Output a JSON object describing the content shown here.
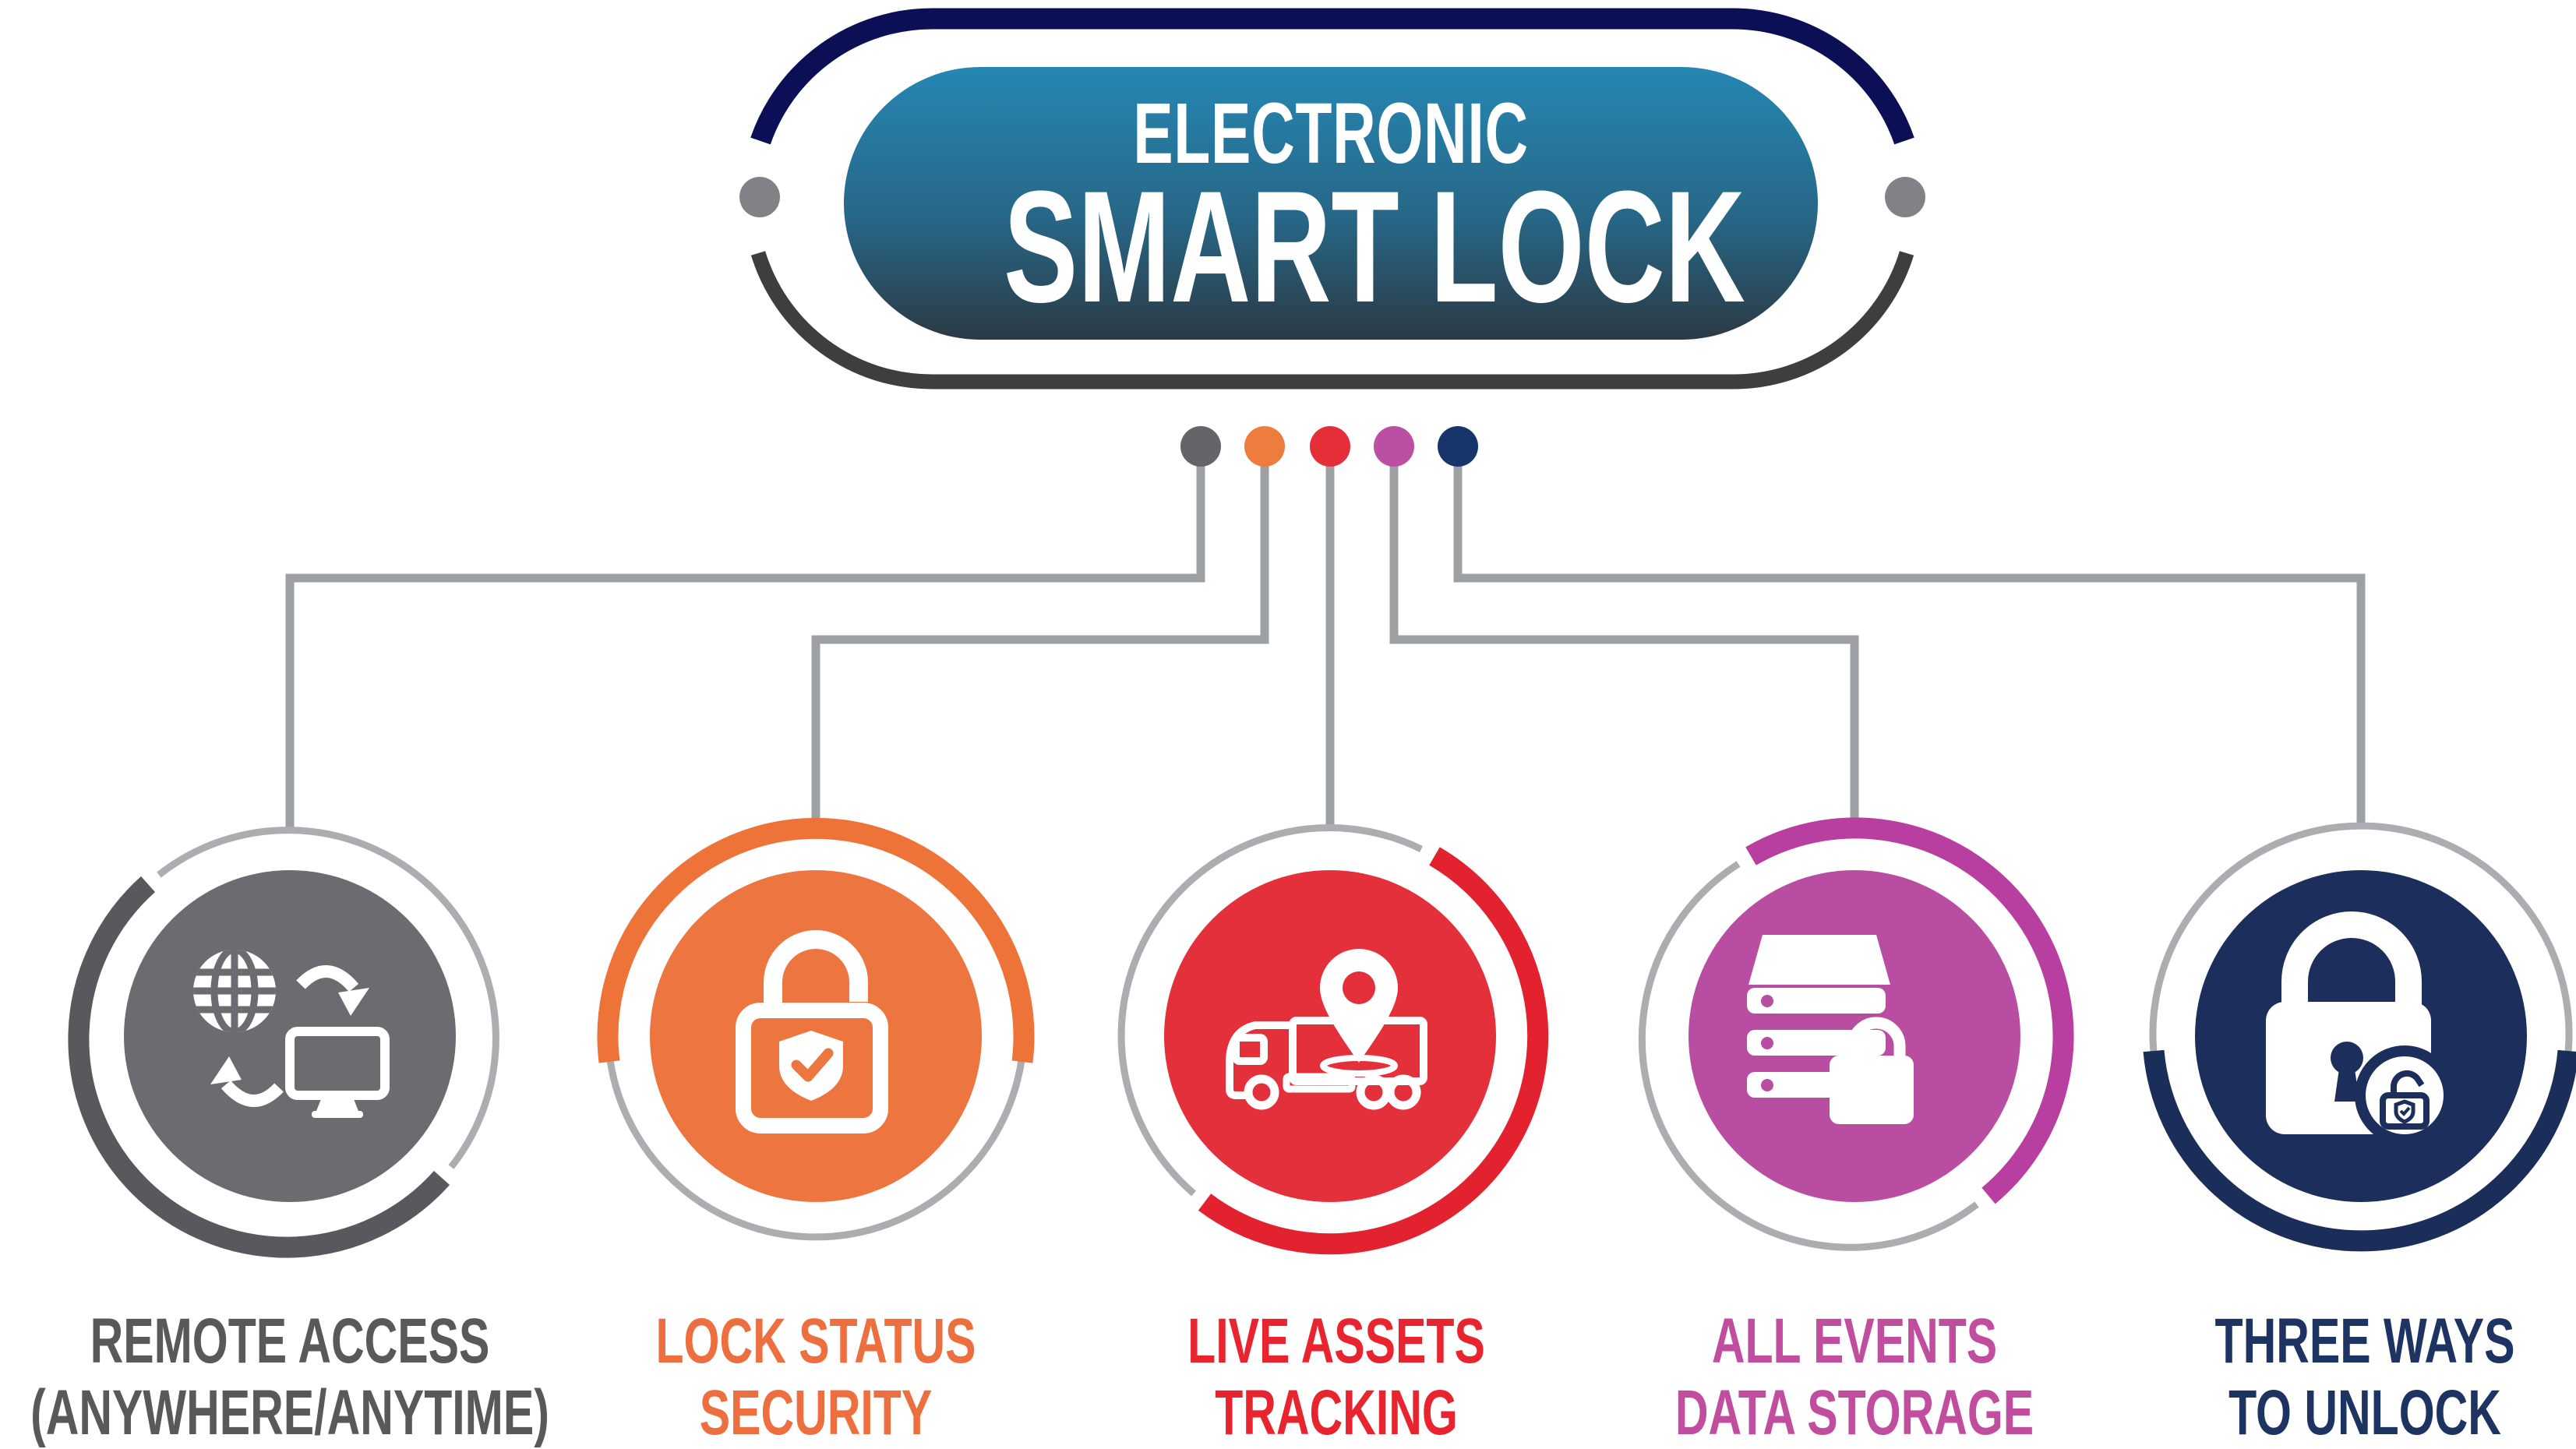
{
  "header": {
    "title_line1": "ELECTRONIC",
    "title_line2": "SMART LOCK",
    "badge_gradient_top": "#2587b3",
    "badge_gradient_mid": "#276787",
    "badge_gradient_bottom": "#2b3a45",
    "ring_top_color": "#0b0f55",
    "ring_bottom_color": "#3e3e40",
    "side_dot_color": "#808285",
    "text_color": "#ffffff"
  },
  "connectors": {
    "line_color": "#9da0a3",
    "thin_ring_color": "#abadb0"
  },
  "features": [
    {
      "id": "remote-access",
      "label_line1": "REMOTE ACCESS",
      "label_line2": "(ANYWHERE/ANYTIME)",
      "dot_color": "#636568",
      "disc_color": "#6b6c6f",
      "arc_color": "#58595c",
      "label_color": "#58595b",
      "icon": "globe-monitor-sync-icon"
    },
    {
      "id": "lock-status-security",
      "label_line1": "LOCK STATUS",
      "label_line2": "SECURITY",
      "dot_color": "#ee7c3f",
      "disc_color": "#ed7540",
      "arc_color": "#ee7339",
      "label_color": "#ed6f3f",
      "icon": "unlocked-padlock-shield-check-icon"
    },
    {
      "id": "live-assets-tracking",
      "label_line1": "LIVE ASSETS",
      "label_line2": "TRACKING",
      "dot_color": "#e62e38",
      "disc_color": "#e4303a",
      "arc_color": "#e2232f",
      "label_color": "#e8242f",
      "icon": "truck-location-pin-icon"
    },
    {
      "id": "all-events-data-storage",
      "label_line1": "ALL EVENTS",
      "label_line2": "DATA STORAGE",
      "dot_color": "#ba4fa3",
      "disc_color": "#b94da2",
      "arc_color": "#b83fa0",
      "label_color": "#c14d9f",
      "icon": "server-stack-padlock-icon"
    },
    {
      "id": "three-ways-to-unlock",
      "label_line1": "THREE WAYS",
      "label_line2": "TO UNLOCK",
      "dot_color": "#17356b",
      "disc_color": "#1b2e5c",
      "arc_color": "#1b2e5a",
      "label_color": "#1d3462",
      "icon": "locked-padlock-unlock-badge-icon"
    }
  ]
}
